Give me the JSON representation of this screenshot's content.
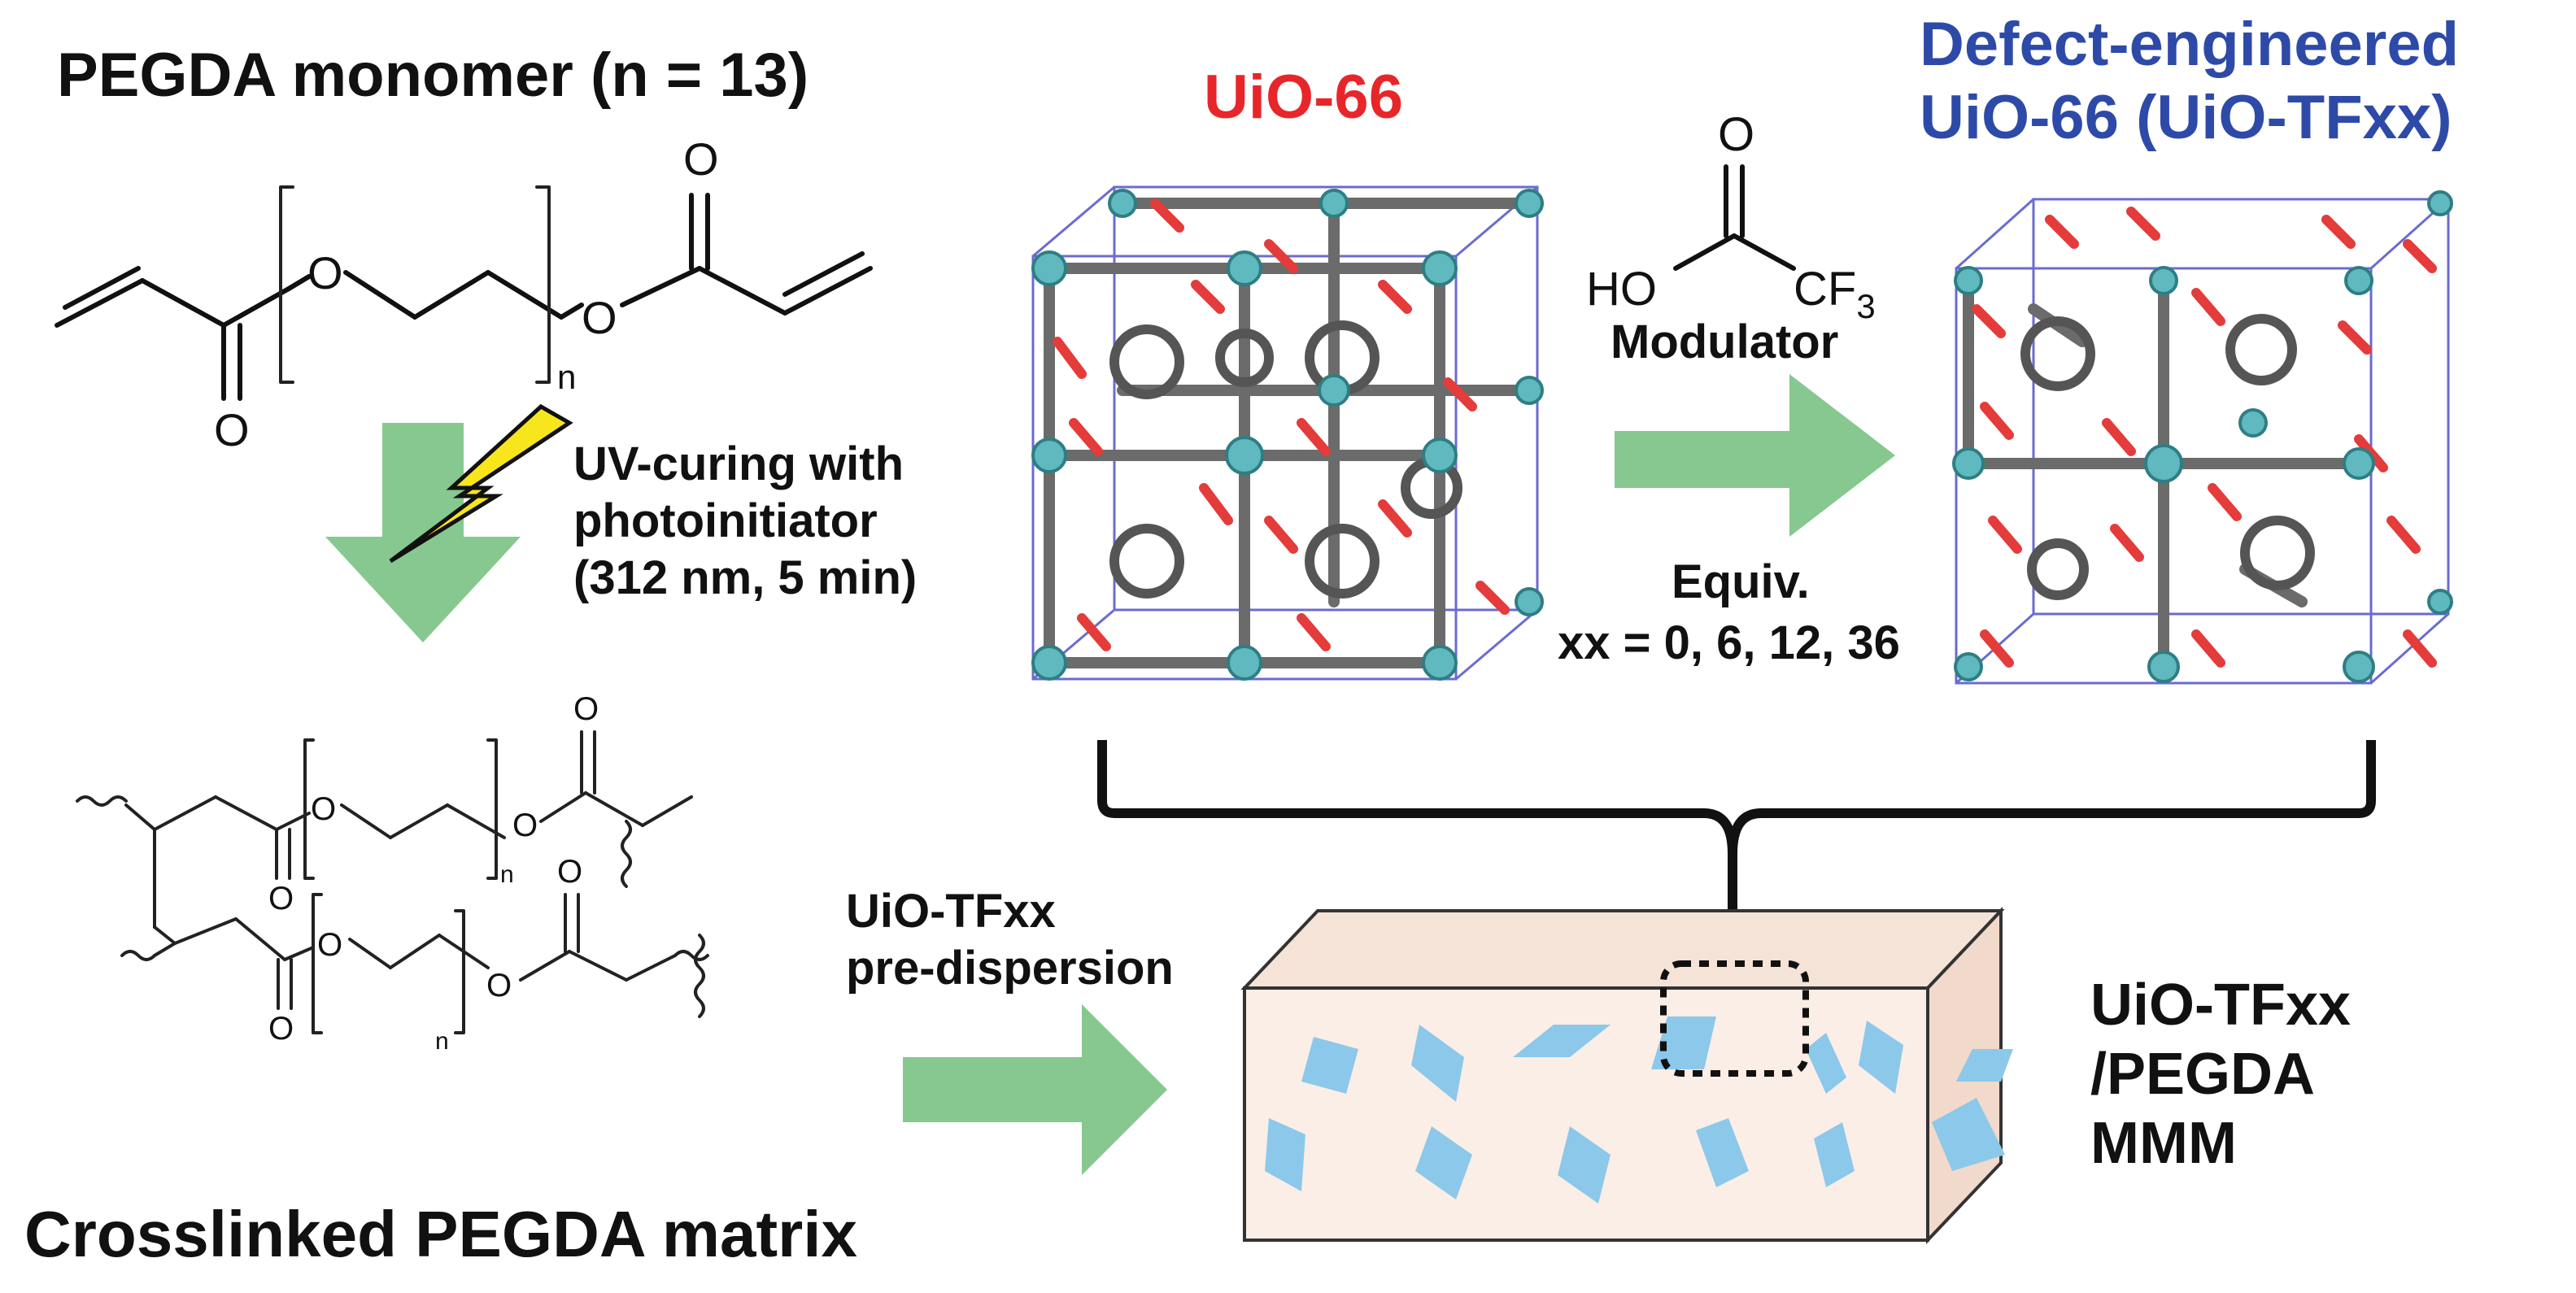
{
  "labels": {
    "pegda_monomer": "PEGDA monomer (n = 13)",
    "uio66": "UiO-66",
    "defect_line1": "Defect-engineered",
    "defect_line2": "UiO-66 (UiO-TFxx)",
    "uv_line1": "UV-curing with",
    "uv_line2": "photoinitiator",
    "uv_line3": "(312 nm, 5 min)",
    "modulator": "Modulator",
    "equiv": "Equiv.",
    "xx_values": "xx = 0, 6, 12, 36",
    "predisp_line1": "UiO-TFxx",
    "predisp_line2": "pre-dispersion",
    "crosslinked": "Crosslinked PEGDA matrix",
    "mmm_line1": "UiO-TFxx",
    "mmm_line2": "/PEGDA",
    "mmm_line3": "MMM"
  },
  "chem": {
    "O": "O",
    "n": "n",
    "HO": "HO",
    "CF3_main": "CF",
    "CF3_sub": "3"
  },
  "colors": {
    "uio66_title": "#e8262a",
    "defect_title": "#2e4aa8",
    "arrow_green": "#86c88f",
    "lightning": "#f7e61c",
    "membrane_face": "#fbeee6",
    "particle_blue": "#8cc8ea",
    "mof_frame": "#6b6bd1",
    "mof_red": "#e43b3b",
    "mof_gray": "#6b6b6b",
    "mof_cyan": "#5fb9bf"
  }
}
